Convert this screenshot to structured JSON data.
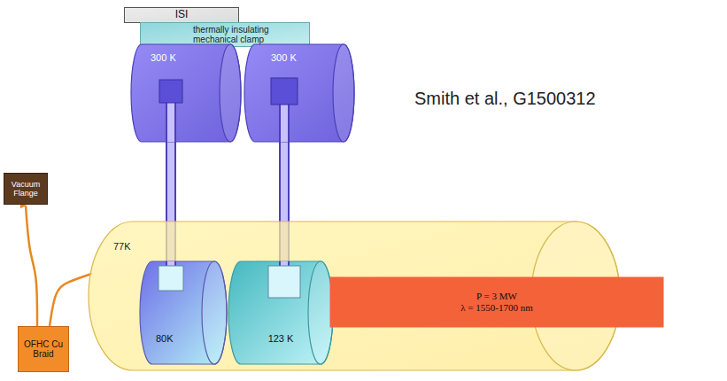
{
  "diagram": {
    "nodes": [
      {
        "text": [
          "ISI"
        ]
      },
      {
        "text": [
          "thermally insulating mechanical clamp"
        ]
      },
      {
        "text": [
          "300 K"
        ]
      },
      {
        "text": [
          "300 K"
        ]
      },
      {
        "text": [
          "Vacuum Flange"
        ]
      },
      {
        "text": [
          "77K"
        ]
      },
      {
        "text": [
          "80K"
        ],
        "in": 5
      },
      {
        "text": [
          "123 K"
        ],
        "in": 5
      },
      {
        "text": [
          "OFHC Cu Braid"
        ]
      },
      {
        "text": [
          "P = 3 MW",
          "λ = 1550-1700 nm"
        ]
      }
    ],
    "edges": [
      {
        "from": 2,
        "to": 6,
        "arrow": "none"
      },
      {
        "from": 3,
        "to": 7,
        "arrow": "none"
      },
      {
        "from": 8,
        "to": 4,
        "arrow": "to"
      },
      {
        "from": 8,
        "to": 5,
        "arrow": "none"
      }
    ],
    "labels": [
      "Smith et al., G1500312"
    ]
  }
}
